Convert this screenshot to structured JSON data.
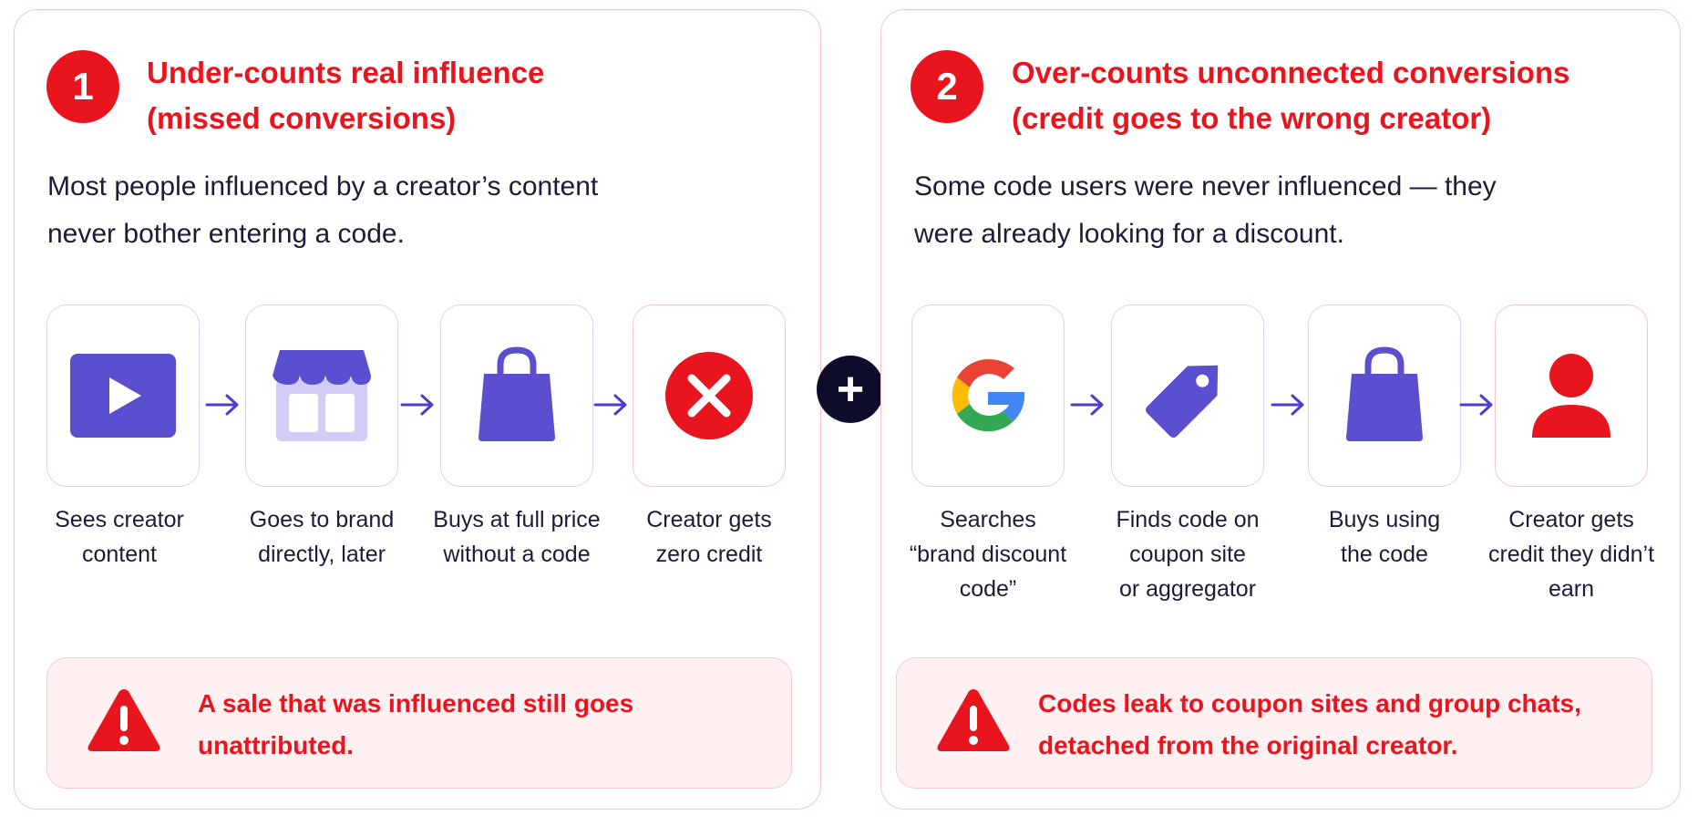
{
  "panel1": {
    "number": "1",
    "title": [
      "Under-counts real influence",
      "(missed conversions)"
    ],
    "description": [
      "Most people influenced by a creator’s content",
      "never bother entering a code."
    ],
    "steps": [
      {
        "icon": "play-video-icon",
        "label": [
          "Sees creator",
          "content"
        ]
      },
      {
        "icon": "storefront-icon",
        "label": [
          "Goes to brand",
          "directly, later"
        ]
      },
      {
        "icon": "shopping-bag-icon",
        "label": [
          "Buys at full price",
          "without a code"
        ]
      },
      {
        "icon": "x-circle-icon",
        "label": [
          "Creator gets",
          "zero credit"
        ]
      }
    ],
    "alert": [
      "A sale that was influenced still goes",
      "unattributed."
    ]
  },
  "connector": {
    "icon": "plus-icon",
    "symbol": "+"
  },
  "panel2": {
    "number": "2",
    "title": [
      "Over-counts unconnected conversions",
      "(credit goes to the wrong creator)"
    ],
    "description": [
      "Some code users were never influenced — they",
      "were already looking for a discount."
    ],
    "steps": [
      {
        "icon": "google-search-icon",
        "label": [
          "Searches",
          "“brand discount",
          "code”"
        ]
      },
      {
        "icon": "price-tag-icon",
        "label": [
          "Finds code on",
          "coupon site",
          "or aggregator"
        ]
      },
      {
        "icon": "shopping-bag-icon",
        "label": [
          "Buys using",
          "the code"
        ]
      },
      {
        "icon": "user-icon",
        "label": [
          "Creator gets",
          "credit they didn’t",
          "earn"
        ]
      }
    ],
    "alert": [
      "Codes leak to coupon sites and group chats,",
      "detached from the original creator."
    ]
  },
  "colors": {
    "accent_red": "#e8151f",
    "icon_purple": "#5b4fcf",
    "icon_light_purple": "#d2ccf6",
    "text_dark": "#1c1c3a",
    "alert_bg": "#fff0f2",
    "plus_bg": "#0d0d2b"
  }
}
